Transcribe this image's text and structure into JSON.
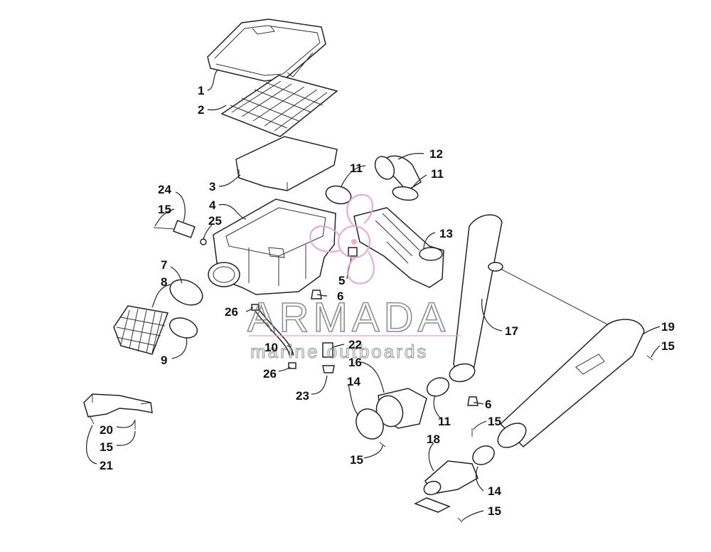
{
  "watermark": {
    "brand": "ARMADA",
    "tagline": "marine outboards",
    "logo_color": "#e2a6c8",
    "text_color": "#7a7a7a"
  },
  "callouts": {
    "c1": "1",
    "c2": "2",
    "c3": "3",
    "c4": "4",
    "c5": "5",
    "c6a": "6",
    "c6b": "6",
    "c7": "7",
    "c8": "8",
    "c9": "9",
    "c10": "10",
    "c11a": "11",
    "c11b": "11",
    "c11c": "11",
    "c12": "12",
    "c13": "13",
    "c14a": "14",
    "c14b": "14",
    "c15a": "15",
    "c15b": "15",
    "c15c": "15",
    "c15d": "15",
    "c15e": "15",
    "c15f": "15",
    "c16": "16",
    "c17": "17",
    "c18": "18",
    "c19": "19",
    "c20": "20",
    "c21": "21",
    "c22": "22",
    "c23": "23",
    "c24": "24",
    "c25": "25",
    "c26a": "26",
    "c26b": "26"
  }
}
